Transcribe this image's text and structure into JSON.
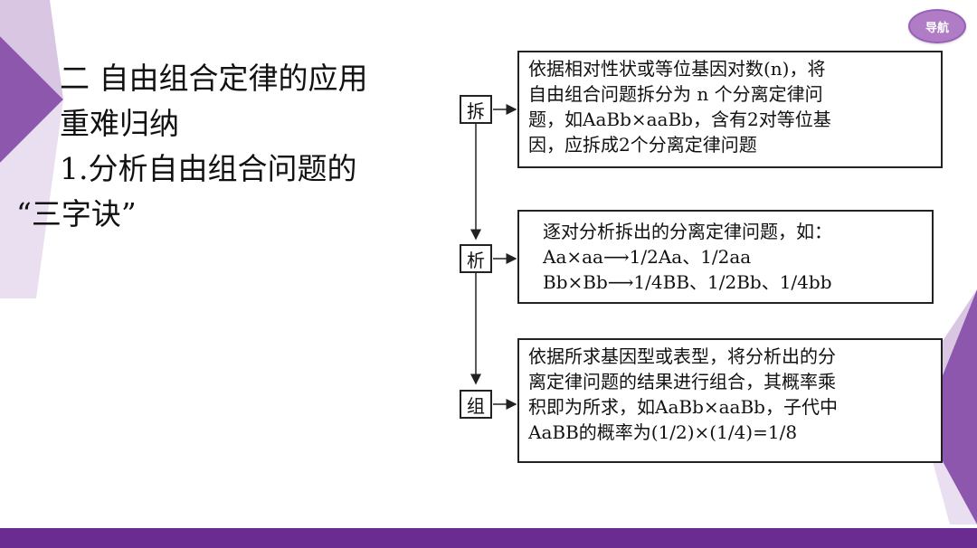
{
  "nav": {
    "label": "导航"
  },
  "heading": {
    "line1": "二  自由组合定律的应用",
    "line2": "重难归纳",
    "line3": "1.分析自由组合问题的",
    "line4": "“三字诀”"
  },
  "flow": [
    {
      "label": "拆",
      "text": [
        "依据相对性状或等位基因对数(n)，将",
        "自由组合问题拆分为 n 个分离定律问",
        "题，如AaBb×aaBb，含有2对等位基",
        "因，应拆成2个分离定律问题"
      ]
    },
    {
      "label": "析",
      "text": [
        "逐对分析拆出的分离定律问题，如：",
        "Aa×aa⟶1/2Aa、1/2aa",
        "Bb×Bb⟶1/4BB、1/2Bb、1/4bb"
      ]
    },
    {
      "label": "组",
      "text": [
        "依据所求基因型或表型，将分析出的分",
        "离定律问题的结果进行组合，其概率乘",
        "积即为所求，如AaBb×aaBb，子代中",
        "AaBB的概率为(1/2)×(1/4)=1/8"
      ]
    }
  ],
  "colors": {
    "brand_purple": "#6b2c91",
    "light_purple": "#c9a8d8",
    "mid_purple": "#8e57ae"
  }
}
